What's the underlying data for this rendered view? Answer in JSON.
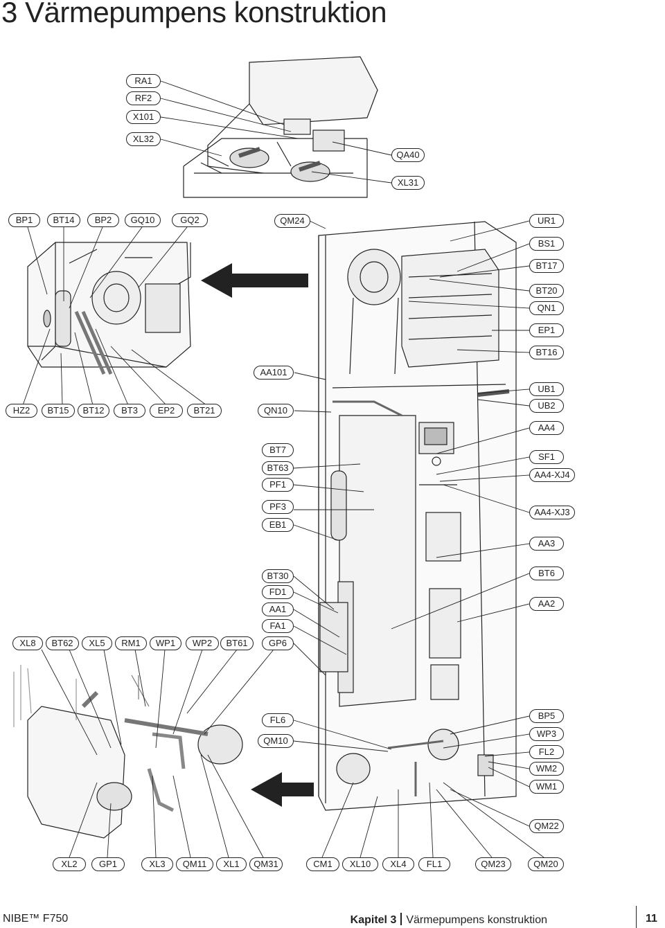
{
  "page": {
    "title": "3 Värmepumpens konstruktion",
    "footer_left": "NIBE™ F750",
    "footer_chapter": "Kapitel 3",
    "footer_section": "Värmepumpens konstruktion",
    "page_number": "11"
  },
  "labels": {
    "top_group": [
      "RA1",
      "RF2",
      "X101",
      "XL32",
      "QA40",
      "XL31"
    ],
    "upper_left_top": [
      "BP1",
      "BT14",
      "BP2",
      "GQ10",
      "GQ2"
    ],
    "upper_left_bottom": [
      "HZ2",
      "BT15",
      "BT12",
      "BT3",
      "EP2",
      "BT21"
    ],
    "center_upper": [
      "QM24",
      "AA101",
      "QN10"
    ],
    "center_middle": [
      "BT7",
      "BT63",
      "PF1",
      "PF3",
      "EB1"
    ],
    "center_lower": [
      "BT30",
      "FD1",
      "AA1",
      "FA1",
      "GP6"
    ],
    "right_upper": [
      "UR1",
      "BS1",
      "BT17",
      "BT20",
      "QN1",
      "EP1",
      "BT16"
    ],
    "right_middle": [
      "UB1",
      "UB2",
      "AA4",
      "SF1",
      "AA4-XJ4",
      "AA4-XJ3",
      "AA3",
      "BT6",
      "AA2"
    ],
    "lower_left_top": [
      "XL8",
      "BT62",
      "XL5",
      "RM1",
      "WP1",
      "WP2",
      "BT61"
    ],
    "center_bottom": [
      "FL6",
      "QM10"
    ],
    "right_lower": [
      "BP5",
      "WP3",
      "FL2",
      "WM2",
      "WM1",
      "QM22"
    ],
    "bottom_row": [
      "XL2",
      "GP1",
      "XL3",
      "QM11",
      "XL1",
      "QM31",
      "CM1",
      "XL10",
      "XL4",
      "FL1",
      "QM23",
      "QM20"
    ]
  }
}
